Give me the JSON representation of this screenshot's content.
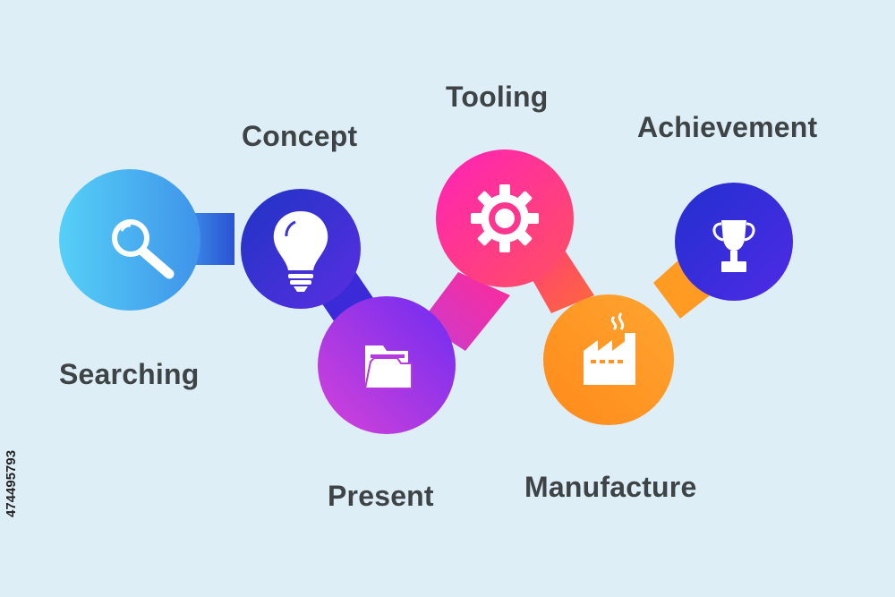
{
  "steps": [
    {
      "label": "Searching",
      "icon": "search-icon",
      "color_from": "#4ecbf5",
      "color_to": "#3a8fe8"
    },
    {
      "label": "Concept",
      "icon": "lightbulb-icon",
      "color_from": "#2233c8",
      "color_to": "#5a2de0"
    },
    {
      "label": "Present",
      "icon": "folder-icon",
      "color_from": "#c23fe0",
      "color_to": "#7a2cf0"
    },
    {
      "label": "Tooling",
      "icon": "gear-icon",
      "color_from": "#ff2fa8",
      "color_to": "#ff4a6a"
    },
    {
      "label": "Manufacture",
      "icon": "factory-icon",
      "color_from": "#ff8a1f",
      "color_to": "#ffa52a"
    },
    {
      "label": "Achievement",
      "icon": "trophy-icon",
      "color_from": "#2b2ed6",
      "color_to": "#4a2be8"
    }
  ],
  "watermark_id": "474495793",
  "background": "#deeef6",
  "label_color": "#3e4446"
}
